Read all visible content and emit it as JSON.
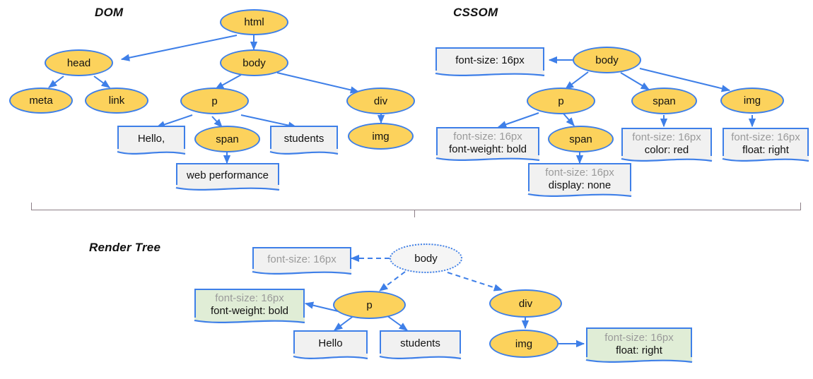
{
  "sections": {
    "dom": {
      "title": "DOM"
    },
    "cssom": {
      "title": "CSSOM"
    },
    "render": {
      "title": "Render Tree"
    }
  },
  "colors": {
    "node_fill": "#FCD25C",
    "node_stroke": "#3E7FE8",
    "box_fill": "#F1F1F1",
    "box_fill_green": "#E0EDD6",
    "edge": "#3E7FE8",
    "inherited_text": "#9A9A9A",
    "text": "#111111",
    "divider": "#8c7f87"
  },
  "dom": {
    "nodes": [
      {
        "id": "html",
        "label": "html"
      },
      {
        "id": "head",
        "label": "head"
      },
      {
        "id": "body",
        "label": "body"
      },
      {
        "id": "meta",
        "label": "meta"
      },
      {
        "id": "link",
        "label": "link"
      },
      {
        "id": "p",
        "label": "p"
      },
      {
        "id": "div",
        "label": "div"
      },
      {
        "id": "span",
        "label": "span"
      },
      {
        "id": "img",
        "label": "img"
      }
    ],
    "text_boxes": [
      {
        "id": "hello",
        "label": "Hello,"
      },
      {
        "id": "students",
        "label": "students"
      },
      {
        "id": "webperf",
        "label": "web performance"
      }
    ],
    "edges": [
      [
        "html",
        "head"
      ],
      [
        "html",
        "body"
      ],
      [
        "head",
        "meta"
      ],
      [
        "head",
        "link"
      ],
      [
        "body",
        "p"
      ],
      [
        "body",
        "div"
      ],
      [
        "p",
        "hello"
      ],
      [
        "p",
        "span"
      ],
      [
        "p",
        "students"
      ],
      [
        "span",
        "webperf"
      ],
      [
        "div",
        "img"
      ]
    ]
  },
  "cssom": {
    "nodes": [
      {
        "id": "body",
        "label": "body"
      },
      {
        "id": "p",
        "label": "p"
      },
      {
        "id": "span_p",
        "label": "span"
      },
      {
        "id": "span_body",
        "label": "span"
      },
      {
        "id": "img",
        "label": "img"
      }
    ],
    "rule_boxes": [
      {
        "id": "body_rules",
        "line1": "font-size: 16px",
        "line1_inherited": false,
        "line2": ""
      },
      {
        "id": "p_rules",
        "line1": "font-size: 16px",
        "line1_inherited": true,
        "line2": "font-weight: bold"
      },
      {
        "id": "span_p_rules",
        "line1": "font-size: 16px",
        "line1_inherited": true,
        "line2": "display: none"
      },
      {
        "id": "span_body_rules",
        "line1": "font-size: 16px",
        "line1_inherited": true,
        "line2": "color: red"
      },
      {
        "id": "img_rules",
        "line1": "font-size: 16px",
        "line1_inherited": true,
        "line2": "float: right"
      }
    ],
    "edges": [
      [
        "body",
        "body_rules"
      ],
      [
        "body",
        "p"
      ],
      [
        "body",
        "span_body"
      ],
      [
        "body",
        "img"
      ],
      [
        "p",
        "p_rules"
      ],
      [
        "p",
        "span_p"
      ],
      [
        "span_p",
        "span_p_rules"
      ],
      [
        "span_body",
        "span_body_rules"
      ],
      [
        "img",
        "img_rules"
      ]
    ]
  },
  "render_tree": {
    "nodes": [
      {
        "id": "body",
        "label": "body",
        "ghost": true
      },
      {
        "id": "p",
        "label": "p",
        "ghost": false
      },
      {
        "id": "div",
        "label": "div",
        "ghost": false
      },
      {
        "id": "img",
        "label": "img",
        "ghost": false
      }
    ],
    "boxes": [
      {
        "id": "body_rules",
        "line1": "font-size: 16px",
        "line2": "",
        "green": false
      },
      {
        "id": "p_rules",
        "line1": "font-size: 16px",
        "line2": "font-weight: bold",
        "green": true
      },
      {
        "id": "hello",
        "line1": "Hello",
        "line2": "",
        "green": false
      },
      {
        "id": "students",
        "line1": "students",
        "line2": "",
        "green": false
      },
      {
        "id": "img_rules",
        "line1": "font-size: 16px",
        "line2": "float: right",
        "green": true
      }
    ],
    "edges": [
      [
        "body",
        "body_rules"
      ],
      [
        "body",
        "p"
      ],
      [
        "body",
        "div"
      ],
      [
        "p",
        "p_rules"
      ],
      [
        "p",
        "hello"
      ],
      [
        "p",
        "students"
      ],
      [
        "div",
        "img"
      ],
      [
        "img",
        "img_rules"
      ]
    ]
  }
}
